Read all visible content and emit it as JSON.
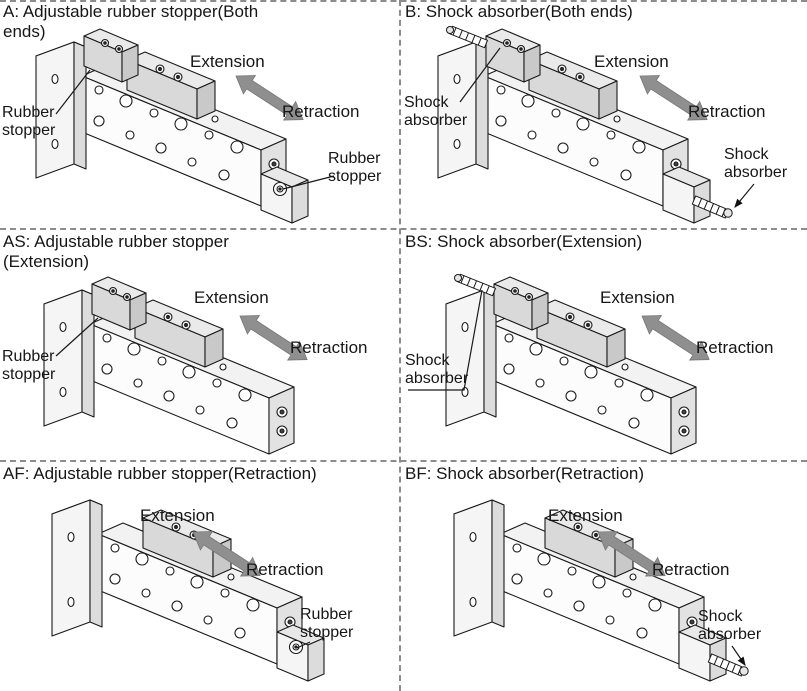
{
  "colors": {
    "arrow": "#8f8f8f",
    "divider": "#8c8c8c",
    "ink": "#1a1a1a",
    "block_shade": "#d5d5d5"
  },
  "icons": {
    "arrow": "double-headed-diagonal-arrow",
    "drawing": "isometric-slide-cylinder"
  },
  "panels": {
    "A": {
      "title_line1": "A: Adjustable rubber stopper(Both",
      "title_line2": "ends)",
      "extension": "Extension",
      "retraction": "Retraction",
      "callout_start": "Rubber stopper",
      "callout_end": "Rubber stopper"
    },
    "B": {
      "title_line1": "B: Shock absorber(Both ends)",
      "title_line2": "",
      "extension": "Extension",
      "retraction": "Retraction",
      "callout_start": "Shock absorber",
      "callout_end": "Shock absorber"
    },
    "AS": {
      "title_line1": "AS: Adjustable rubber stopper",
      "title_line2": "(Extension)",
      "extension": "Extension",
      "retraction": "Retraction",
      "callout_start": "Rubber stopper"
    },
    "BS": {
      "title_line1": "BS: Shock absorber(Extension)",
      "title_line2": "",
      "extension": "Extension",
      "retraction": "Retraction",
      "callout_start": "Shock absorber"
    },
    "AF": {
      "title_line1": "AF: Adjustable rubber stopper(Retraction)",
      "title_line2": "",
      "extension": "Extension",
      "retraction": "Retraction",
      "callout_end": "Rubber stopper"
    },
    "BF": {
      "title_line1": "BF: Shock absorber(Retraction)",
      "title_line2": "",
      "extension": "Extension",
      "retraction": "Retraction",
      "callout_end": "Shock absorber"
    }
  }
}
